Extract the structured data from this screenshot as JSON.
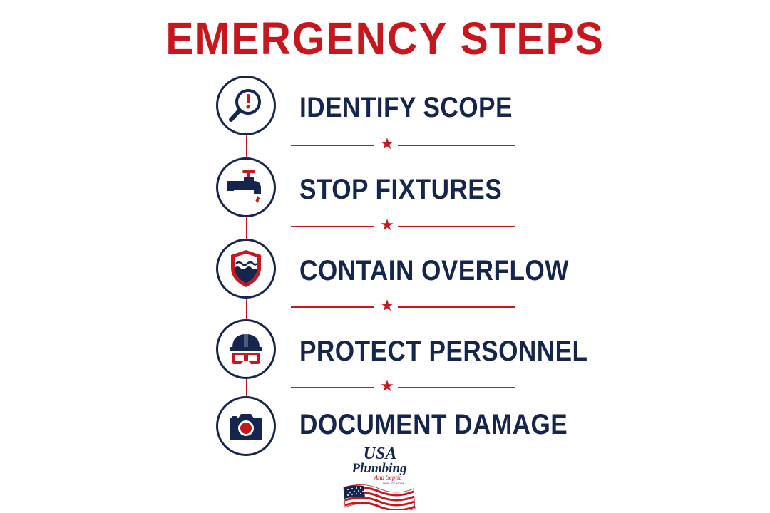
{
  "title": "EMERGENCY STEPS",
  "steps": [
    {
      "label": "IDENTIFY SCOPE",
      "icon": "magnifier-alert-icon"
    },
    {
      "label": "STOP FIXTURES",
      "icon": "faucet-drip-icon"
    },
    {
      "label": "CONTAIN OVERFLOW",
      "icon": "shield-water-icon"
    },
    {
      "label": "PROTECT PERSONNEL",
      "icon": "hard-hat-goggles-icon"
    },
    {
      "label": "DOCUMENT DAMAGE",
      "icon": "camera-icon"
    }
  ],
  "logo": {
    "line1": "USA",
    "line2": "Plumbing",
    "line3": "And Septic",
    "tagline": "QUALITY WORK",
    "icon": "american-flag-icon"
  },
  "colors": {
    "red": "#c8161d",
    "navy": "#16254d",
    "background": "#ffffff"
  }
}
